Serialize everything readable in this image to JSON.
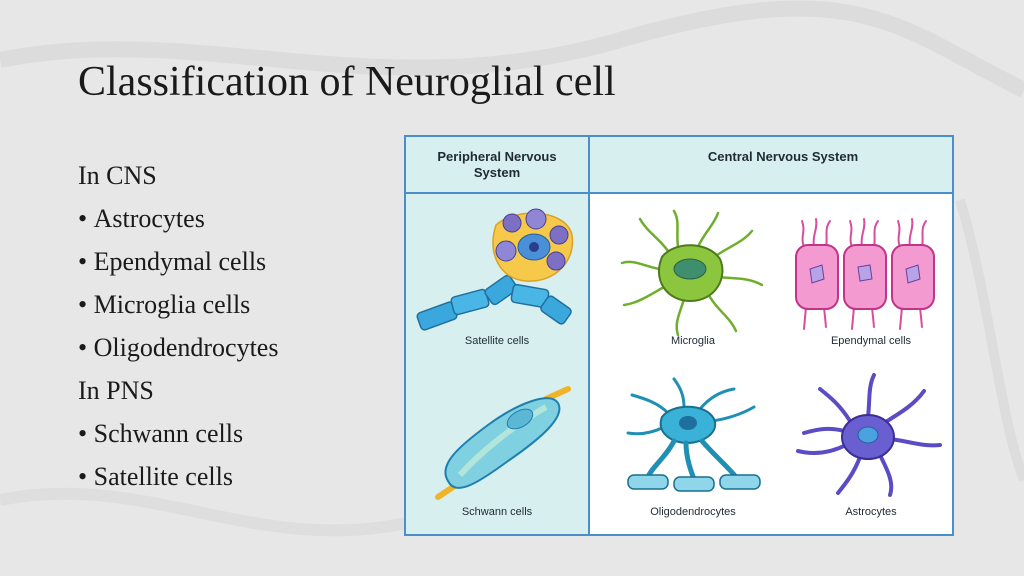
{
  "slide": {
    "title": "Classification of Neuroglial cell"
  },
  "content": {
    "cns_heading": "In CNS",
    "cns_items": [
      "Astrocytes",
      "Ependymal cells",
      "Microglia cells",
      "Oligodendrocytes"
    ],
    "pns_heading": "In PNS",
    "pns_items": [
      "Schwann cells",
      "Satellite cells"
    ]
  },
  "figure": {
    "pns_header": "Peripheral Nervous System",
    "cns_header": "Central Nervous System",
    "captions": {
      "satellite": "Satellite cells",
      "schwann": "Schwann cells",
      "microglia": "Microglia",
      "ependymal": "Ependymal cells",
      "oligodendrocytes": "Oligodendrocytes",
      "astrocytes": "Astrocytes"
    }
  },
  "colors": {
    "header_fill": "#d8efef",
    "border": "#4a8fc9"
  }
}
